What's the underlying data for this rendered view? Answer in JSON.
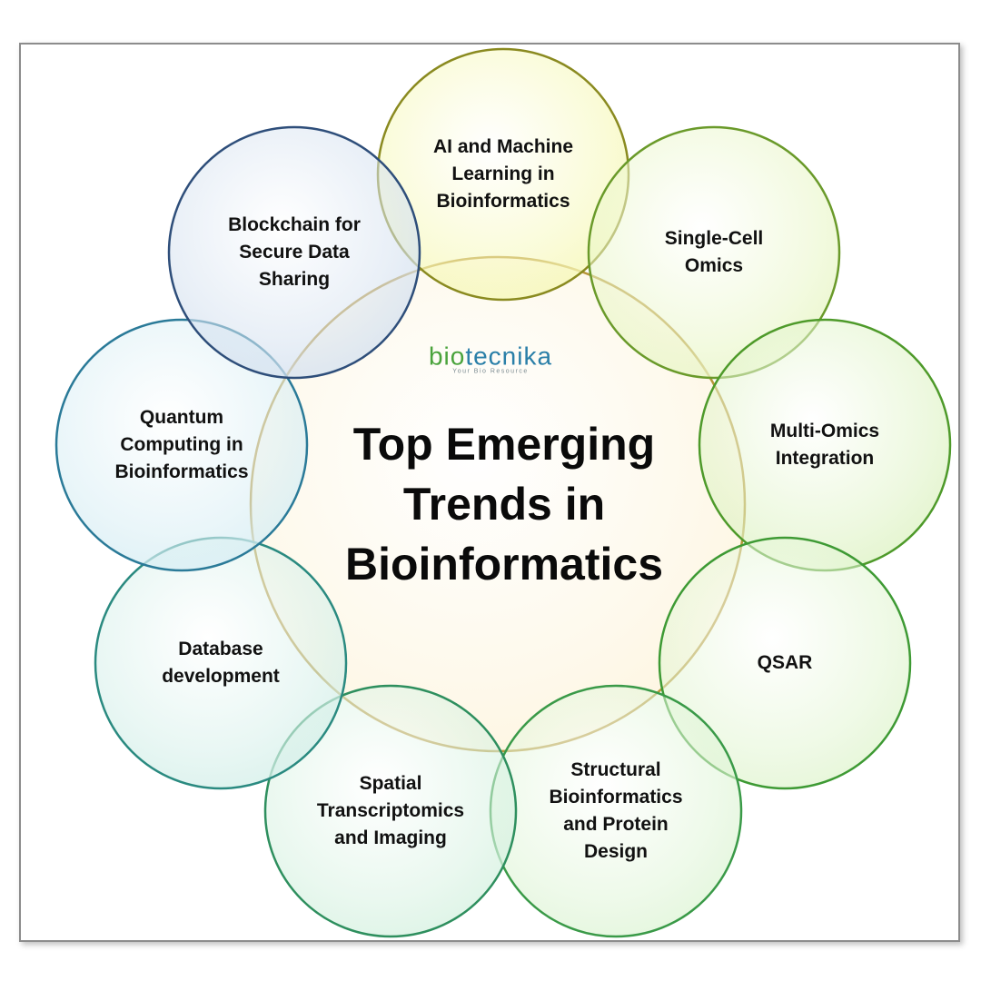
{
  "logo": {
    "text_part1": "bio",
    "text_part2": "tecnika",
    "tagline": "Your Bio Resource"
  },
  "center": {
    "title_lines": [
      "Top Emerging",
      "Trends in",
      "Bioinformatics"
    ],
    "fill": "#fdf4dc",
    "stroke": "#b8963a"
  },
  "nodes": [
    {
      "id": "ai-ml",
      "lines": [
        "AI and Machine",
        "Learning in",
        "Bioinformatics"
      ],
      "fill": "#f6f8b8",
      "stroke": "#8a8a20"
    },
    {
      "id": "single-cell",
      "lines": [
        "Single-Cell",
        "Omics"
      ],
      "fill": "#e9f6c8",
      "stroke": "#6a9a2a"
    },
    {
      "id": "multi-omics",
      "lines": [
        "Multi-Omics",
        "Integration"
      ],
      "fill": "#dff3c6",
      "stroke": "#4e9a2a"
    },
    {
      "id": "qsar",
      "lines": [
        "QSAR"
      ],
      "fill": "#e2f5d2",
      "stroke": "#3e9a34"
    },
    {
      "id": "structural",
      "lines": [
        "Structural",
        "Bioinformatics",
        "and Protein",
        "Design"
      ],
      "fill": "#e0f5d8",
      "stroke": "#3a9a48"
    },
    {
      "id": "spatial",
      "lines": [
        "Spatial",
        "Transcriptomics",
        "and Imaging"
      ],
      "fill": "#d8f2e2",
      "stroke": "#2e8f5e"
    },
    {
      "id": "database",
      "lines": [
        "Database",
        "development"
      ],
      "fill": "#d6f0ea",
      "stroke": "#2a8a80"
    },
    {
      "id": "quantum",
      "lines": [
        "Quantum",
        "Computing in",
        "Bioinformatics"
      ],
      "fill": "#d8eef4",
      "stroke": "#2a7a98"
    },
    {
      "id": "blockchain",
      "lines": [
        "Blockchain for",
        "Secure Data",
        "Sharing"
      ],
      "fill": "#d6e2f0",
      "stroke": "#2e4e7a"
    }
  ]
}
